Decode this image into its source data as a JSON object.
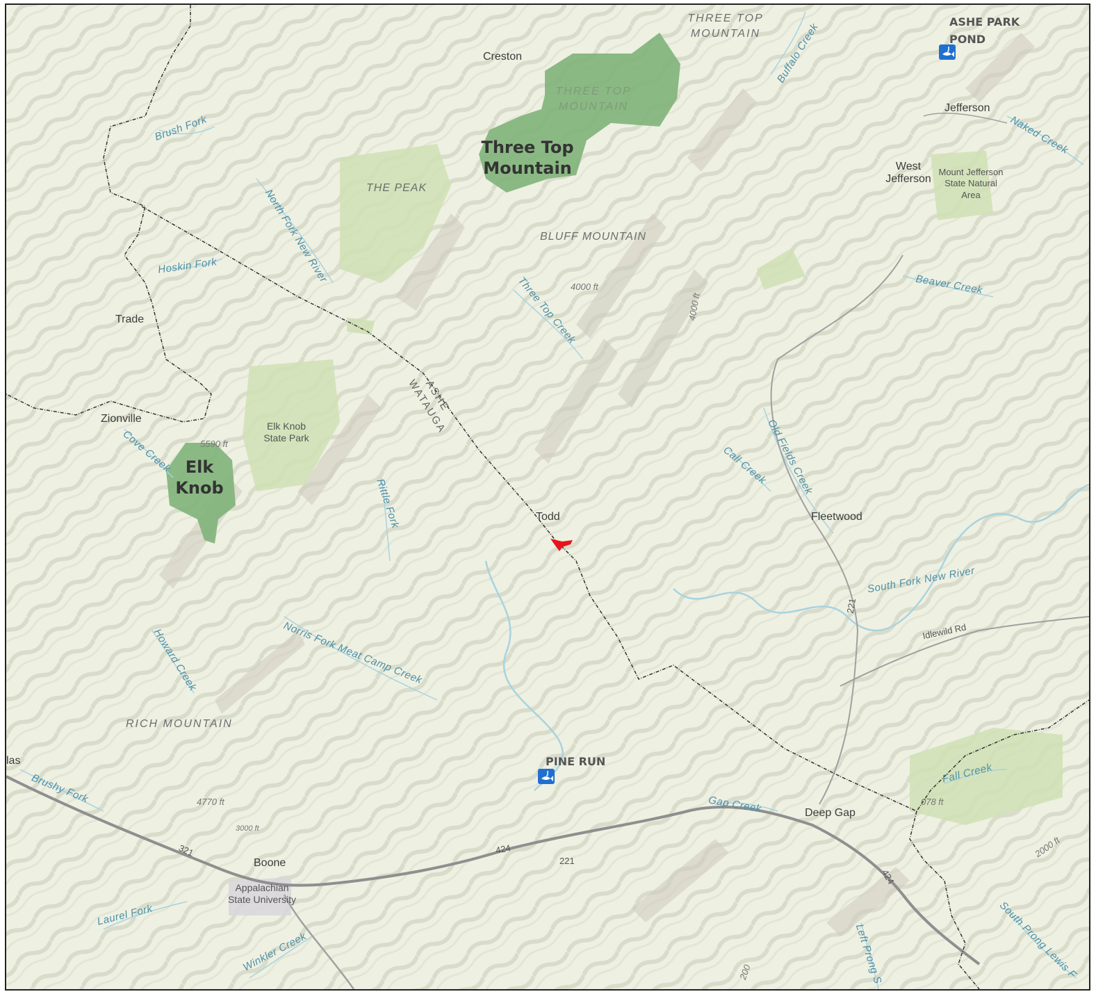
{
  "map": {
    "large_labels": {
      "three_top": "Three Top Mountain",
      "elk_knob": "Elk Knob"
    },
    "pois": {
      "ashe_park_pond": "ASHE PARK POND",
      "pine_run": "PINE RUN"
    },
    "towns": {
      "creston": "Creston",
      "jefferson": "Jefferson",
      "west_jefferson": "West Jefferson",
      "trade": "Trade",
      "zionville": "Zionville",
      "todd": "Todd",
      "fleetwood": "Fleetwood",
      "deep_gap": "Deep Gap",
      "boone": "Boone",
      "las": "las"
    },
    "parks": {
      "elk_knob_sp": "Elk Knob State Park",
      "mount_jefferson": "Mount Jefferson State Natural Area",
      "appalachian": "Appalachian State University"
    },
    "mountains": {
      "three_top_top": "THREE TOP MOUNTAIN",
      "three_top_overlay": "THREE TOP MOUNTAIN",
      "the_peak": "THE PEAK",
      "bluff": "BLUFF MOUNTAIN",
      "rich": "RICH MOUNTAIN"
    },
    "waters": {
      "brush_fork": "Brush Fork",
      "hoskin_fork": "Hoskin Fork",
      "north_fork_new": "North Fork New River",
      "three_top_creek": "Three Top Creek",
      "buffalo_creek": "Buffalo Creek",
      "naked_creek": "Naked Creek",
      "beaver_creek": "Beaver Creek",
      "old_fields": "Old Fields Creek",
      "call_creek": "Call Creek",
      "south_fork_new": "South Fork New River",
      "cove_creek": "Cove Creek",
      "rittle_fork": "Rittle Fork",
      "norris_fork": "Norris Fork Meat Camp Creek",
      "howard_creek": "Howard Creek",
      "brushy_fork": "Brushy Fork",
      "laurel_fork": "Laurel Fork",
      "winkler_creek": "Winkler Creek",
      "gap_creek": "Gap Creek",
      "fall_creek": "Fall Creek",
      "left_prong": "Left Prong S",
      "south_prong_lewis": "South Prong Lewis F"
    },
    "counties": {
      "ashe": "ASHE",
      "watauga": "WATAUGA"
    },
    "roads": {
      "idlewild": "Idlewild Rd",
      "r321": "321",
      "r424_w": "424",
      "r221_s": "221",
      "r221_n": "221",
      "r424_e": "424"
    },
    "elevations": {
      "e5590": "5590 ft",
      "e4000a": "4000 ft",
      "e4000b": "4000 ft",
      "e4770": "4770 ft",
      "e3000": "3000 ft",
      "e078": "078 ft",
      "e2000": "2000 ft",
      "e200": "200"
    },
    "colors": {
      "background": "#eef0e2",
      "park_dark": "#7fb37a",
      "park_light": "#cfe0b4",
      "water": "#a9d3df",
      "road": "#8f8f8f",
      "boundary": "#333333",
      "highlight": "#e8141c",
      "poi_icon": "#1f6fd1"
    }
  }
}
